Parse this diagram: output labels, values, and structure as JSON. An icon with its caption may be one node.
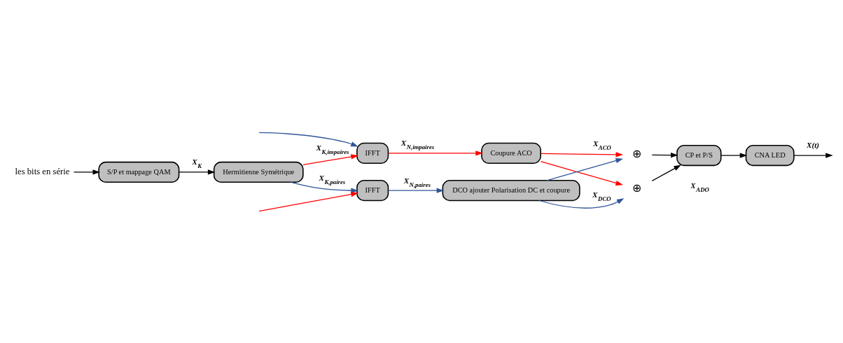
{
  "diagram": {
    "nodes": [
      {
        "text": [
          "les bits en série"
        ]
      },
      {
        "text": [
          "S/P et mappage QAM"
        ]
      },
      {
        "text": [
          "Hermitienne Symétrique"
        ]
      },
      {
        "text": [
          "IFFT"
        ]
      },
      {
        "text": [
          "Coupure ACO"
        ]
      },
      {
        "text": [
          "IFFT"
        ]
      },
      {
        "text": [
          "DCO ajouter Polarisation DC et coupure"
        ]
      },
      {
        "text": [
          "⊕"
        ]
      },
      {
        "text": [
          "⊕"
        ]
      },
      {
        "text": [
          "CP et P/S"
        ]
      },
      {
        "text": [
          "CNA LED"
        ]
      }
    ],
    "edges": [
      {
        "from": 0,
        "to": 1,
        "arrow": "to"
      },
      {
        "from": 1,
        "to": 2,
        "arrow": "to",
        "label": "X$_{K}$"
      },
      {
        "from": 2,
        "to": 3,
        "arrow": "to",
        "label": "X$_{K,impaires}$",
        "color": "#ff0000"
      },
      {
        "from": null,
        "to": 3,
        "arrow": "to",
        "color": "#2f5597"
      },
      {
        "from": 2,
        "to": 5,
        "arrow": "to",
        "label": "X$_{K,paires}$",
        "color": "#2f5597"
      },
      {
        "from": null,
        "to": 5,
        "arrow": "to",
        "color": "#ff0000"
      },
      {
        "from": 3,
        "to": 4,
        "arrow": "to",
        "label": "X$_{N,impaires}$",
        "color": "#ff0000"
      },
      {
        "from": 5,
        "to": 6,
        "arrow": "to",
        "label": "X$_{N,paires}$",
        "color": "#2f5597"
      },
      {
        "from": 4,
        "to": 7,
        "arrow": "to",
        "label": "X$_{ACO}$",
        "color": "#ff0000"
      },
      {
        "from": 4,
        "to": 8,
        "arrow": "to",
        "color": "#ff0000"
      },
      {
        "from": 6,
        "to": 8,
        "arrow": "to",
        "label": "X$_{DCO}$",
        "color": "#2f5597"
      },
      {
        "from": 6,
        "to": 7,
        "arrow": "to",
        "color": "#2f5597"
      },
      {
        "from": 7,
        "to": 9,
        "arrow": "to"
      },
      {
        "from": 8,
        "to": 9,
        "arrow": "to"
      },
      {
        "from": 9,
        "to": 10,
        "arrow": "to"
      },
      {
        "from": 10,
        "to": null,
        "arrow": "to",
        "label": "X(t)"
      }
    ],
    "labels": [
      "X$_{ADO}$"
    ]
  }
}
